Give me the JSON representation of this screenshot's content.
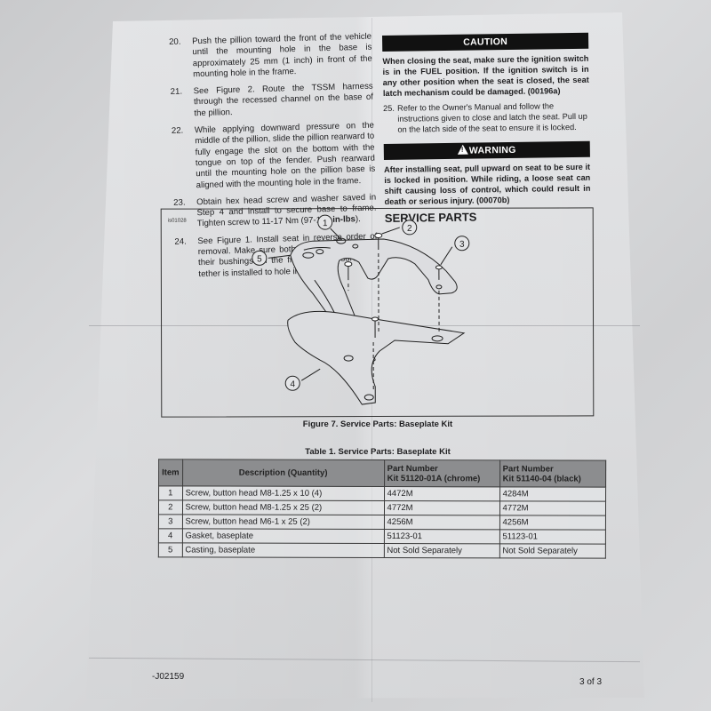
{
  "document": {
    "left_column": {
      "steps": [
        {
          "num": "20.",
          "text": "Push the pillion toward the front of the vehicle until the mounting hole in the base is approximately 25 mm (1 inch) in front of the mounting hole in the frame."
        },
        {
          "num": "21.",
          "text": "See Figure 2. Route the TSSM harness through the recessed channel on the base of the pillion."
        },
        {
          "num": "22.",
          "text": "While applying downward pressure on the middle of the pillion, slide the pillion rearward to fully engage the slot on the bottom with the tongue on top of the fender. Push rearward until the mounting hole on the pillion base is aligned with the mounting hole in the frame."
        },
        {
          "num": "23.",
          "text_before": "Obtain hex head screw and washer saved in Step 4 and install to secure base to frame. Tighten screw to 11-17 Nm (97-150 ",
          "text_bold": "in-lbs",
          "text_after": ")."
        },
        {
          "num": "24.",
          "text": "See Figure 1. Install seat in reverse order of removal. Make sure both seat pins engage in their bushings on the frame. Make sure seat tether is installed to hole in frame."
        }
      ]
    },
    "right_column": {
      "caution": {
        "title": "CAUTION",
        "text": "When closing the seat, make sure the ignition switch is in the FUEL position. If the ignition switch is in any other position when the seat is closed, the seat latch mechanism could be damaged. (00196a)"
      },
      "step25": {
        "num": "25.",
        "text": "Refer to the Owner's Manual and follow the instructions given to close and latch the seat. Pull up on the latch side of the seat to ensure it is locked."
      },
      "warning": {
        "icon": "warning-triangle-icon",
        "title": "WARNING",
        "text": "After installing seat, pull upward on seat to be sure it is locked in position. While riding, a loose seat can shift causing loss of control, which could result in death or serious injury. (00070b)"
      },
      "section_title": "SERVICE PARTS"
    },
    "figure": {
      "id": "is01028",
      "callouts": [
        "1",
        "2",
        "3",
        "4",
        "5"
      ],
      "caption": "Figure 7. Service Parts: Baseplate Kit"
    },
    "table": {
      "title": "Table 1. Service Parts: Baseplate Kit",
      "headers": {
        "item": "Item",
        "description": "Description (Quantity)",
        "pn1_line1": "Part Number",
        "pn1_line2": "Kit 51120-01A (chrome)",
        "pn2_line1": "Part Number",
        "pn2_line2": "Kit 51140-04 (black)"
      },
      "rows": [
        {
          "item": "1",
          "description": "Screw, button head M8-1.25 x 10 (4)",
          "pn_chrome": "4472M",
          "pn_black": "4284M"
        },
        {
          "item": "2",
          "description": "Screw, button head M8-1.25 x 25 (2)",
          "pn_chrome": "4772M",
          "pn_black": "4772M"
        },
        {
          "item": "3",
          "description": "Screw, button head M6-1 x 25 (2)",
          "pn_chrome": "4256M",
          "pn_black": "4256M"
        },
        {
          "item": "4",
          "description": "Gasket, baseplate",
          "pn_chrome": "51123-01",
          "pn_black": "51123-01"
        },
        {
          "item": "5",
          "description": "Casting, baseplate",
          "pn_chrome": "Not Sold Separately",
          "pn_black": "Not Sold Separately"
        }
      ]
    },
    "footer": {
      "doc_number": "-J02159",
      "page": "3 of 3"
    }
  }
}
